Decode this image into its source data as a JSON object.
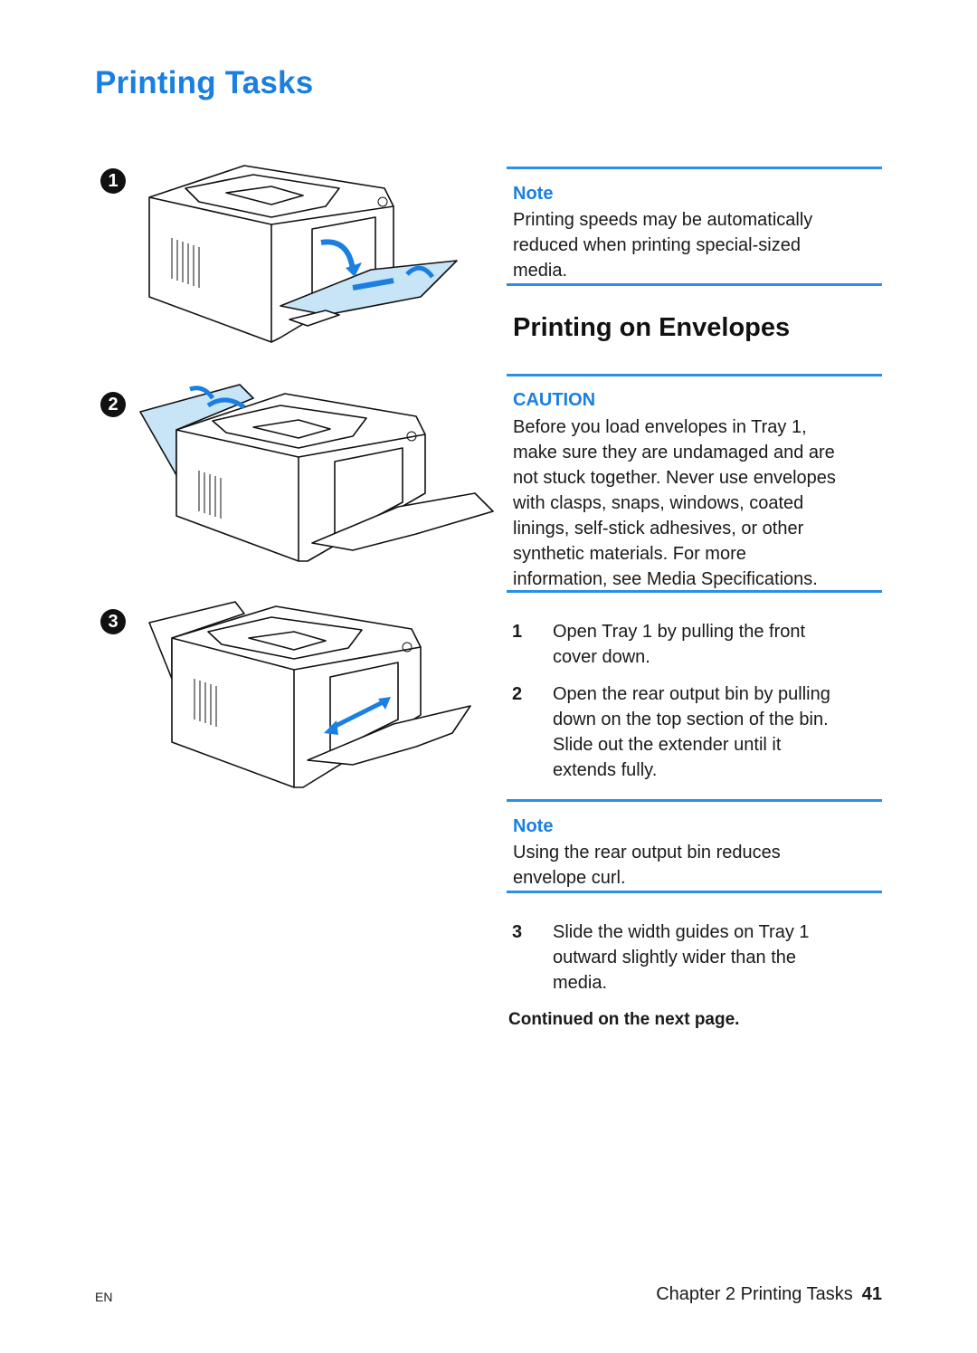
{
  "page": {
    "title": "Printing Tasks",
    "accent_color": "#1a7fe0"
  },
  "figure": {
    "steps": [
      {
        "badge": "1",
        "icon": "printer-tray1-open-illustration"
      },
      {
        "badge": "2",
        "icon": "printer-rear-bin-open-illustration"
      },
      {
        "badge": "3",
        "icon": "printer-width-guides-illustration"
      }
    ]
  },
  "note1": {
    "heading": "Note",
    "lines": [
      "Printing speeds may be automatically",
      "reduced when printing special-sized",
      "media."
    ]
  },
  "section": {
    "heading": "Printing on Envelopes"
  },
  "caution": {
    "heading": "CAUTION",
    "lines": [
      "Before you load envelopes in Tray 1,",
      "make sure they are undamaged and are",
      "not stuck together. Never use envelopes",
      "with clasps, snaps, windows, coated",
      "linings, self-stick adhesives, or other",
      "synthetic materials. For more",
      "information, see Media Specifications."
    ]
  },
  "steps": [
    {
      "num": "1",
      "lines": [
        "Open Tray 1 by pulling the front",
        "cover down."
      ]
    },
    {
      "num": "2",
      "lines": [
        "Open the rear output bin by pulling",
        "down on the top section of the bin.",
        "Slide out the extender until it",
        "extends fully."
      ]
    },
    {
      "num": "3",
      "lines": [
        "Slide the width guides on Tray 1",
        "outward slightly wider than the",
        "media."
      ]
    }
  ],
  "note2": {
    "heading": "Note",
    "lines": [
      "Using the rear output bin reduces",
      "envelope curl."
    ]
  },
  "continued": "Continued on the next page.",
  "footer": {
    "left": "EN",
    "chapter": "Chapter 2 Printing Tasks",
    "page_number": "41"
  }
}
